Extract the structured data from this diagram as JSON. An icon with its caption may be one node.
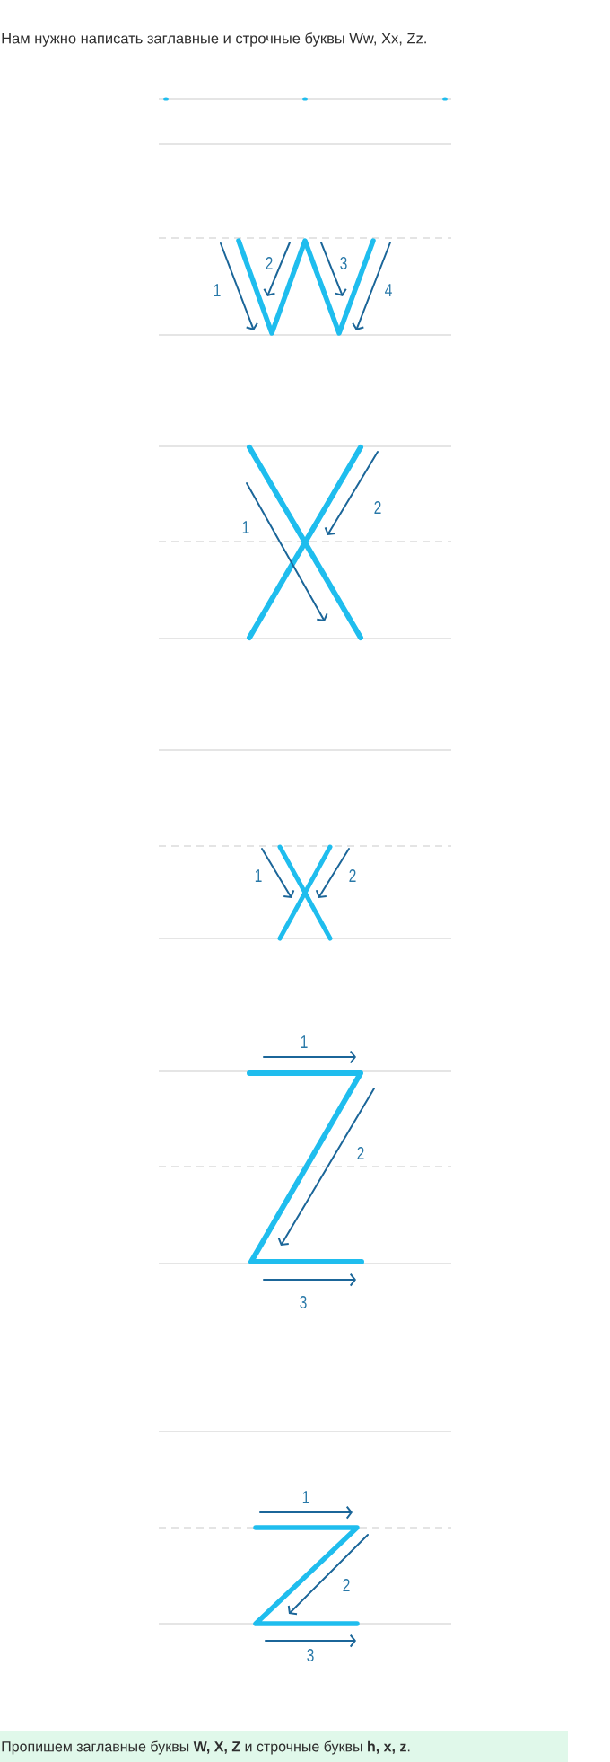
{
  "diagram": {
    "title": "Нам нужно написать заглавные и строчные буквы Ww, Xx, Zz.",
    "labels": [
      "1",
      "2",
      "3",
      "4",
      "1",
      "2",
      "1",
      "2",
      "1",
      "2",
      "3",
      "1",
      "2",
      "3"
    ],
    "caption": "Пропишем заглавные буквы **W, X, Z** и строчные буквы **h, x, z**."
  }
}
